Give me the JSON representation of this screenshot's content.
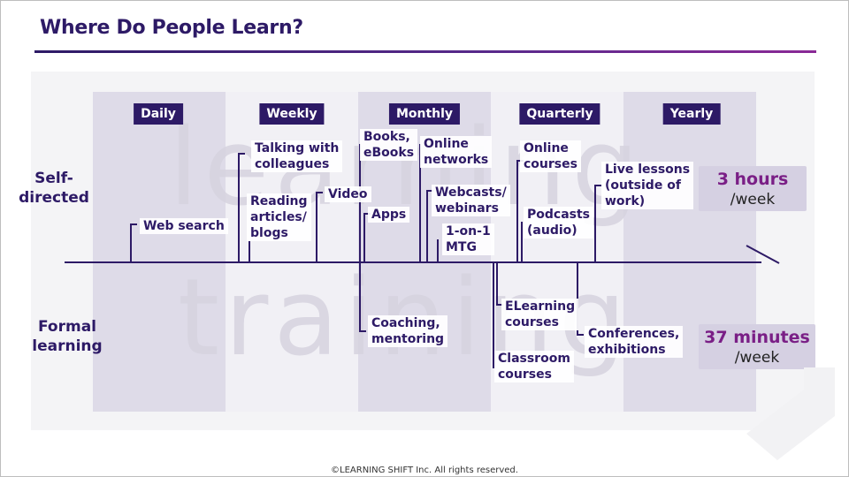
{
  "title": "Where Do People Learn?",
  "frequencies": [
    "Daily",
    "Weekly",
    "Monthly",
    "Quarterly",
    "Yearly"
  ],
  "row_labels": {
    "self_directed": "Self-\ndirected",
    "formal": "Formal\nlearning"
  },
  "watermarks": {
    "top": "learning",
    "bottom": "training"
  },
  "items": {
    "web_search": "Web search",
    "talking": "Talking with\ncolleagues",
    "reading": "Reading\narticles/\nblogs",
    "video": "Video",
    "books": "Books,\neBooks",
    "apps": "Apps",
    "online_networks": "Online\nnetworks",
    "webcasts": "Webcasts/\nwebinars",
    "one_on_one": "1-on-1\nMTG",
    "online_courses": "Online\ncourses",
    "podcasts": "Podcasts\n(audio)",
    "live_lessons": "Live lessons\n(outside of\nwork)",
    "coaching": "Coaching,\nmentoring",
    "elearning": "ELearning\ncourses",
    "classroom": "Classroom\ncourses",
    "conferences": "Conferences,\nexhibitions"
  },
  "summaries": {
    "self_directed": {
      "value": "3 hours",
      "unit": "/week"
    },
    "formal": {
      "value": "37 minutes",
      "unit": "/week"
    }
  },
  "footer": "©LEARNING SHIFT Inc. All rights reserved.",
  "colors": {
    "primary": "#2d1a66",
    "accent": "#7a1f86",
    "column_dark": "#dedbe8",
    "column_light": "#f1f0f5",
    "summary_bg": "#d5d0e2"
  }
}
